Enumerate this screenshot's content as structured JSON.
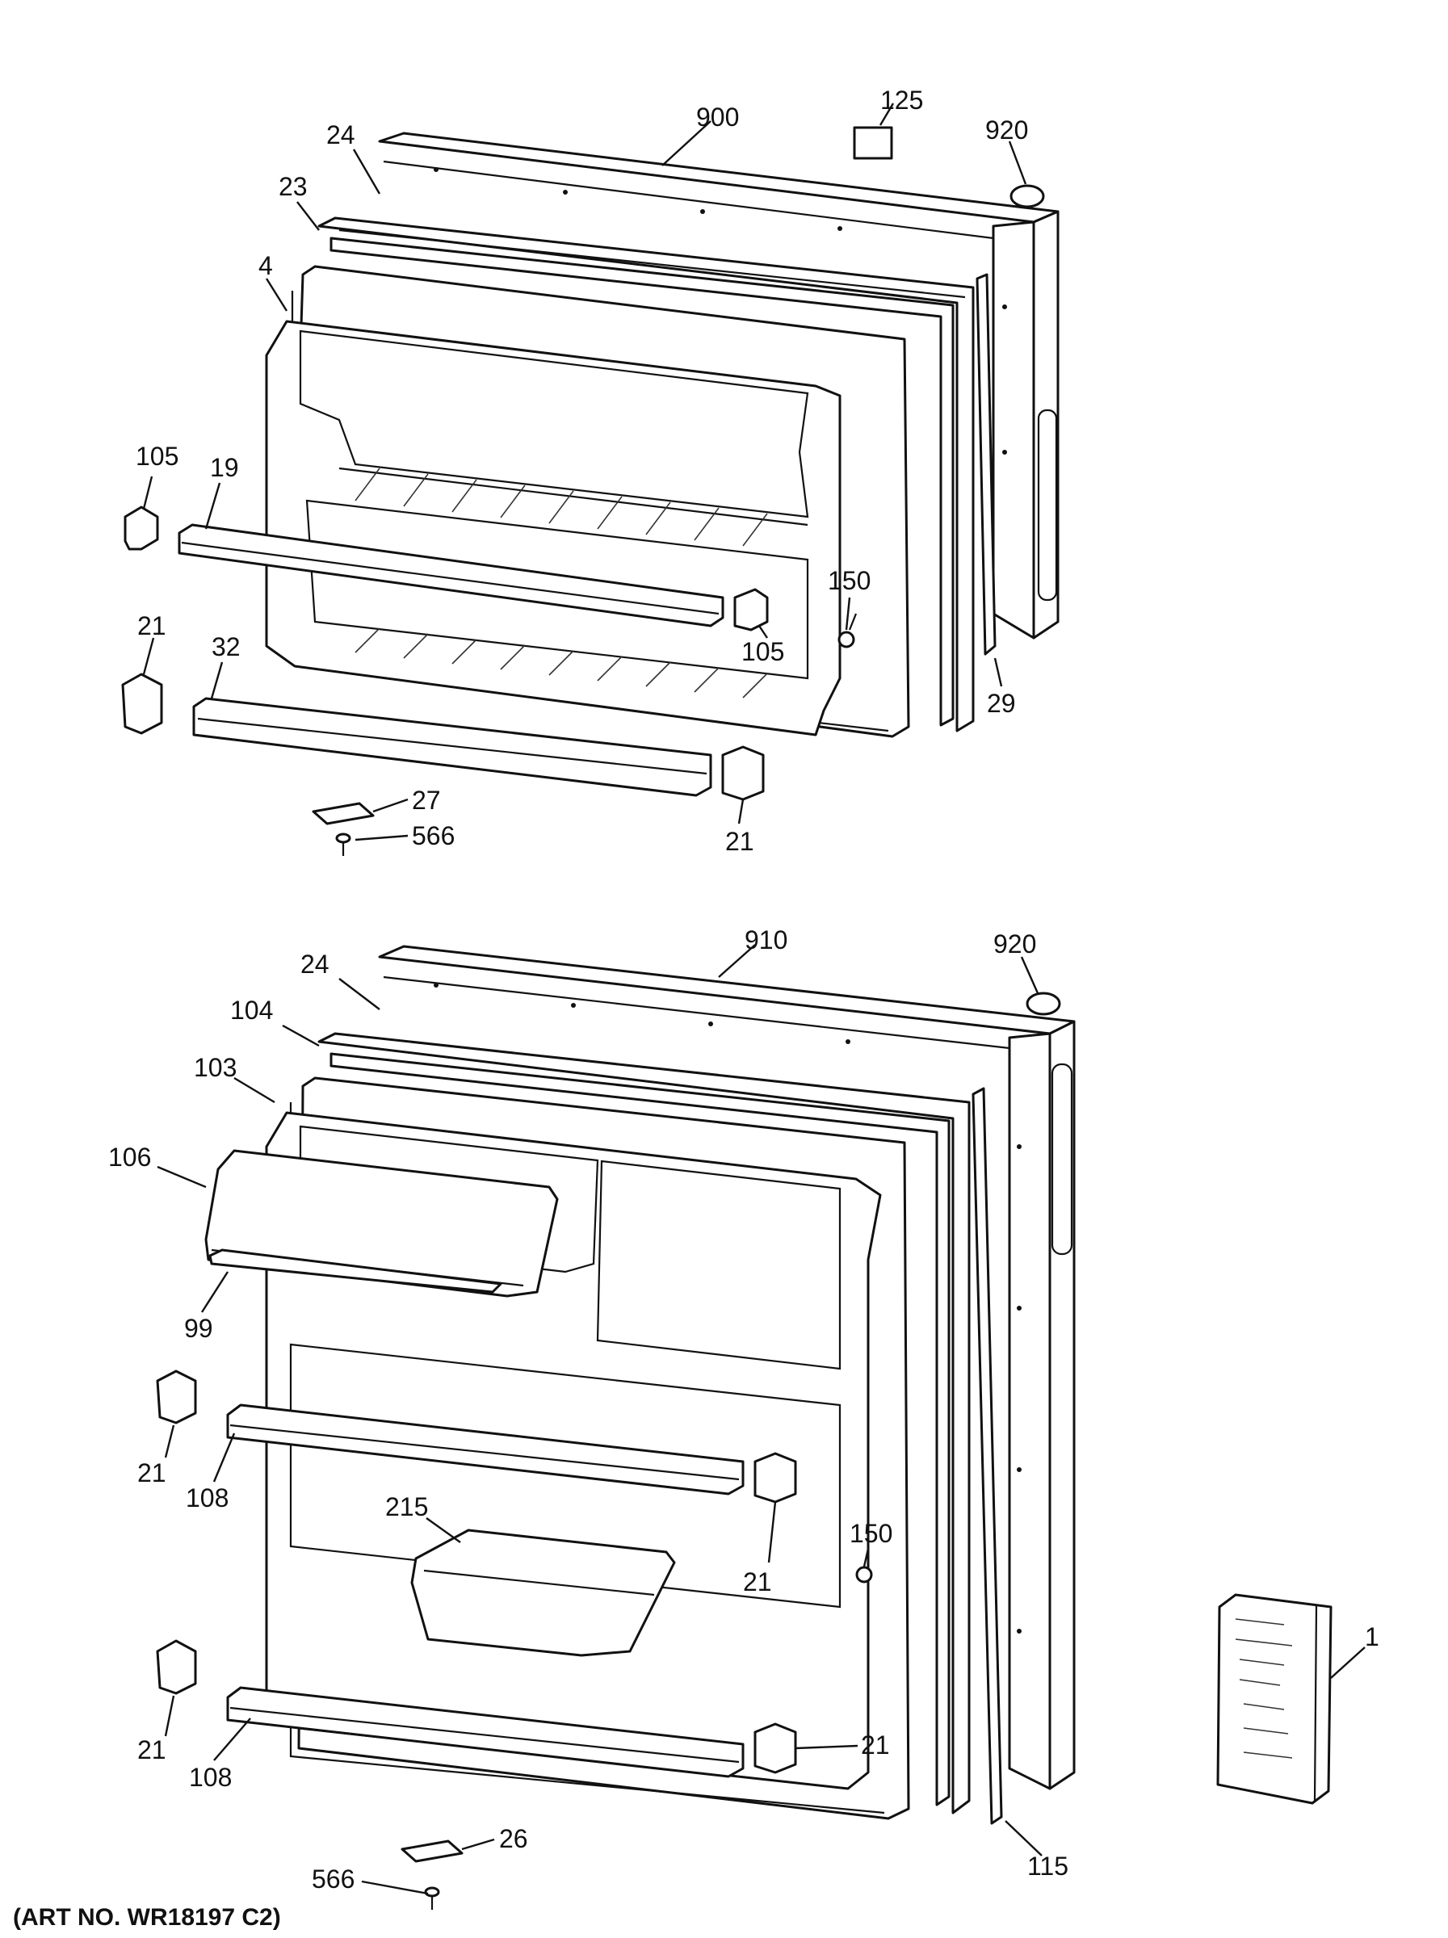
{
  "figure": {
    "art_number": "(ART NO. WR18197 C2)"
  },
  "freezer_door": {
    "callouts": [
      "900",
      "125",
      "920",
      "24",
      "23",
      "4",
      "105",
      "19",
      "150",
      "105",
      "21",
      "32",
      "29",
      "27",
      "566",
      "21"
    ]
  },
  "fresh_food_door": {
    "callouts": [
      "910",
      "920",
      "24",
      "104",
      "103",
      "106",
      "99",
      "21",
      "108",
      "215",
      "150",
      "21",
      "21",
      "108",
      "21",
      "26",
      "566",
      "115"
    ]
  },
  "manual": {
    "callout": "1"
  }
}
